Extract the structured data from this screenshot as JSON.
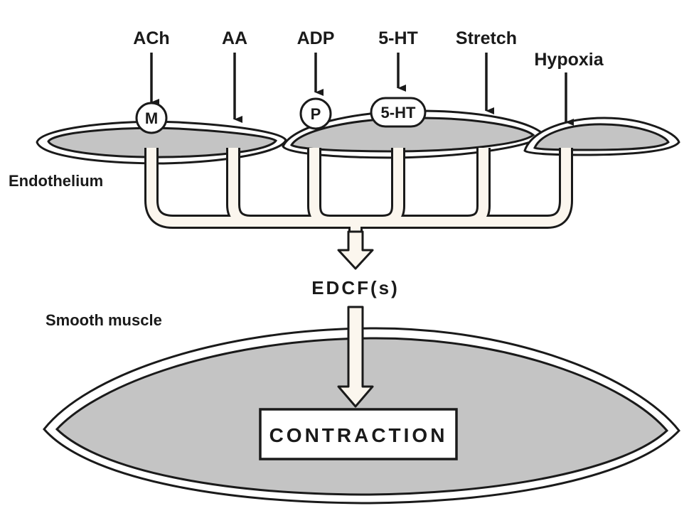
{
  "stimuli": {
    "ach": "ACh",
    "aa": "AA",
    "adp": "ADP",
    "serotonin": "5-HT",
    "stretch": "Stretch",
    "hypoxia": "Hypoxia"
  },
  "receptors": {
    "muscarinic": "M",
    "purinergic": "P",
    "serotonergic": "5-HT"
  },
  "labels": {
    "endothelium": "Endothelium",
    "smooth_muscle": "Smooth muscle",
    "edcf": "EDCF(s)",
    "contraction": "CONTRACTION"
  }
}
